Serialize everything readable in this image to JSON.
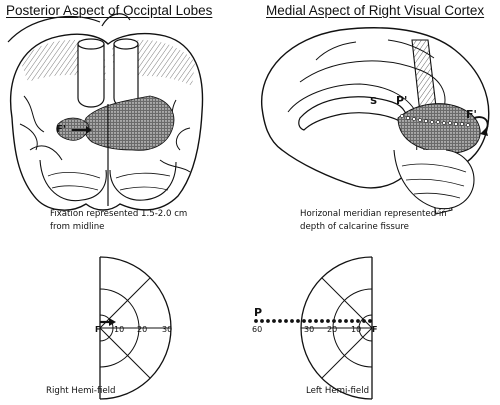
{
  "left_panel": {
    "title": "Posterior Aspect of Occiptal Lobes",
    "label_f_prime": "F'",
    "caption_line1": "Fixation represented 1.5-2.0 cm",
    "caption_line2": "from midline"
  },
  "right_panel": {
    "title": "Medial Aspect of Right Visual Cortex",
    "label_s": "S",
    "label_p_prime": "P'",
    "label_f_prime": "F'",
    "caption_line1": "Horizonal meridian represented in",
    "caption_line2": "depth of calcarine fissure"
  },
  "left_hemifield": {
    "label_f": "F",
    "ticks": [
      "10",
      "20",
      "30"
    ],
    "caption": "Right Hemi-field"
  },
  "right_hemifield": {
    "label_p": "P",
    "label_f": "F",
    "ticks": [
      "60",
      "30",
      "20",
      "10"
    ],
    "caption": "Left Hemi-field"
  },
  "colors": {
    "ink": "#111111",
    "shade": "#4a4a4a",
    "paper": "#ffffff"
  }
}
